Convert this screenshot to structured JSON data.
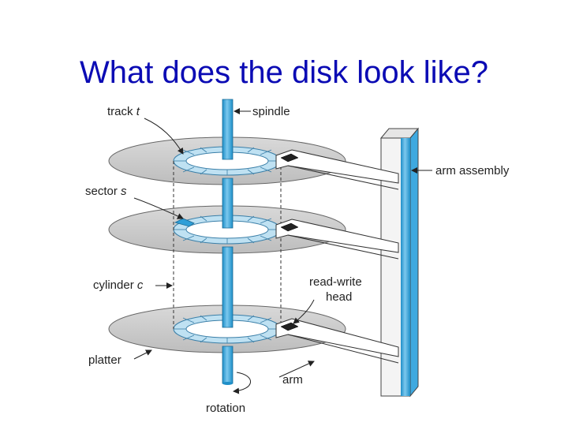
{
  "slide": {
    "title": "What does the disk look like?"
  },
  "labels": {
    "track": "track",
    "track_var": "t",
    "spindle": "spindle",
    "arm_assembly": "arm assembly",
    "sector": "sector",
    "sector_var": "s",
    "cylinder": "cylinder",
    "cylinder_var": "c",
    "read_write_line1": "read-write",
    "read_write_line2": "head",
    "platter": "platter",
    "arm": "arm",
    "rotation": "rotation"
  },
  "colors": {
    "title": "#0b0bb4",
    "spindle": "#3ea9e0",
    "platter": "#c8c8c8",
    "track_ring": "#bfe1f2",
    "sector_highlight": "#2f9fd8",
    "head": "#222222"
  }
}
